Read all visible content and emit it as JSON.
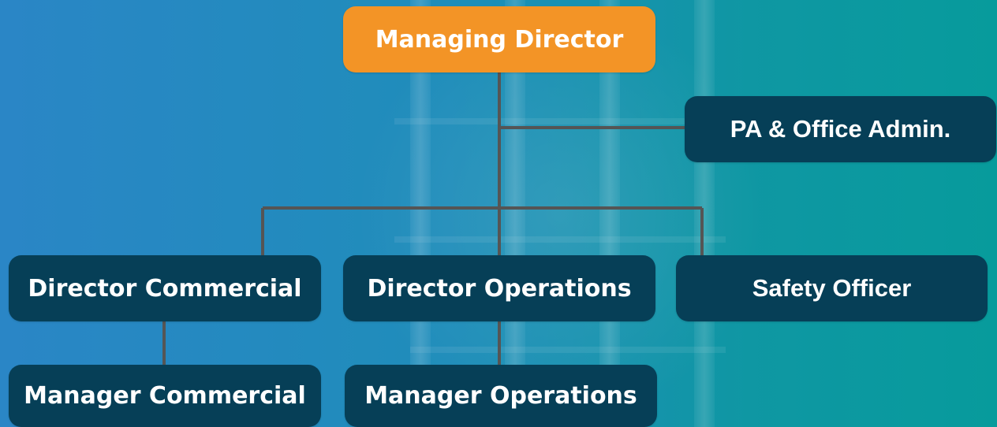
{
  "colors": {
    "top_box": "#f39426",
    "box": "#063f57",
    "text": "#ffffff",
    "connector": "#555555",
    "background_left": "#2a86c6",
    "background_right": "#079b9c"
  },
  "org_chart": {
    "managing_director": "Managing Director",
    "pa_office_admin": "PA & Office Admin.",
    "director_commercial": "Director Commercial",
    "director_operations": "Director Operations",
    "safety_officer": "Safety Officer",
    "manager_commercial": "Manager Commercial",
    "manager_operations": "Manager Operations"
  }
}
